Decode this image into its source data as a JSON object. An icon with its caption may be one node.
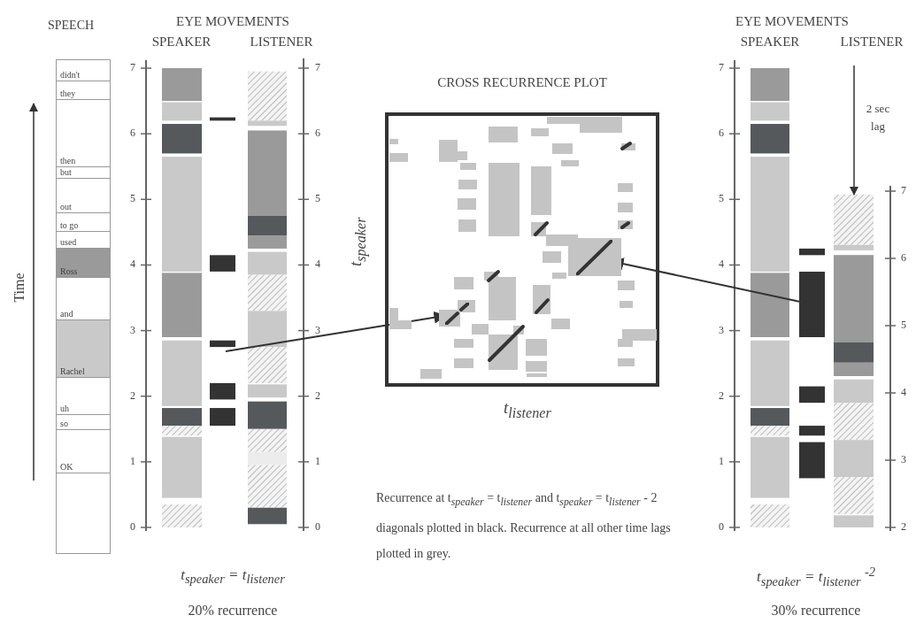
{
  "diagram": {
    "title": "CROSS RECURRENCE PLOT",
    "nodes": [
      {
        "text": [
          "SPEECH"
        ]
      },
      {
        "text": [
          "didn't"
        ],
        "in": 0
      },
      {
        "text": [
          "they"
        ],
        "in": 0
      },
      {
        "text": [
          "then"
        ],
        "in": 0
      },
      {
        "text": [
          "but"
        ],
        "in": 0
      },
      {
        "text": [
          "out"
        ],
        "in": 0
      },
      {
        "text": [
          "to go"
        ],
        "in": 0
      },
      {
        "text": [
          "used"
        ],
        "in": 0
      },
      {
        "text": [
          "Ross"
        ],
        "in": 0
      },
      {
        "text": [
          "and"
        ],
        "in": 0
      },
      {
        "text": [
          "Rachel"
        ],
        "in": 0
      },
      {
        "text": [
          "uh"
        ],
        "in": 0
      },
      {
        "text": [
          "so"
        ],
        "in": 0
      },
      {
        "text": [
          "OK"
        ],
        "in": 0
      },
      {
        "text": [],
        "shape": "box",
        "beside": [
          "t$_{speaker}$",
          "t$_{listener}$"
        ]
      },
      {
        "text": [],
        "shape": "line",
        "in": 14
      },
      {
        "text": [],
        "shape": "line",
        "in": 14
      },
      {
        "text": [],
        "shape": "bar"
      }
    ],
    "edges": [
      {
        "from": null,
        "to": 15,
        "arrow": "to"
      },
      {
        "from": 17,
        "to": 16,
        "arrow": "to"
      }
    ],
    "labels": [
      "EYE MOVEMENTS",
      "SPEAKER",
      "LISTENER",
      "Time",
      "7",
      "6",
      "5",
      "4",
      "3",
      "2",
      "1",
      "0",
      "7",
      "6",
      "5",
      "4",
      "3",
      "2",
      "1",
      "0",
      "t$_{speaker}$ = t$_{listener}$",
      "20% recurrence",
      "Recurrence at t$_{speaker}$ = t$_{listener}$ and t$_{speaker}$ = t$_{listener}$ - 2 diagonals plotted in black. Recurrence at all other time lags plotted in grey.",
      "EYE MOVEMENTS",
      "SPEAKER",
      "LISTENER",
      "2 sec lag",
      "7",
      "6",
      "5",
      "4",
      "3",
      "2",
      "1",
      "0",
      "7",
      "6",
      "5",
      "4",
      "3",
      "2",
      "t$_{speaker}$ = t$_{listener}$ $^{-2}$",
      "30% recurrence"
    ]
  }
}
